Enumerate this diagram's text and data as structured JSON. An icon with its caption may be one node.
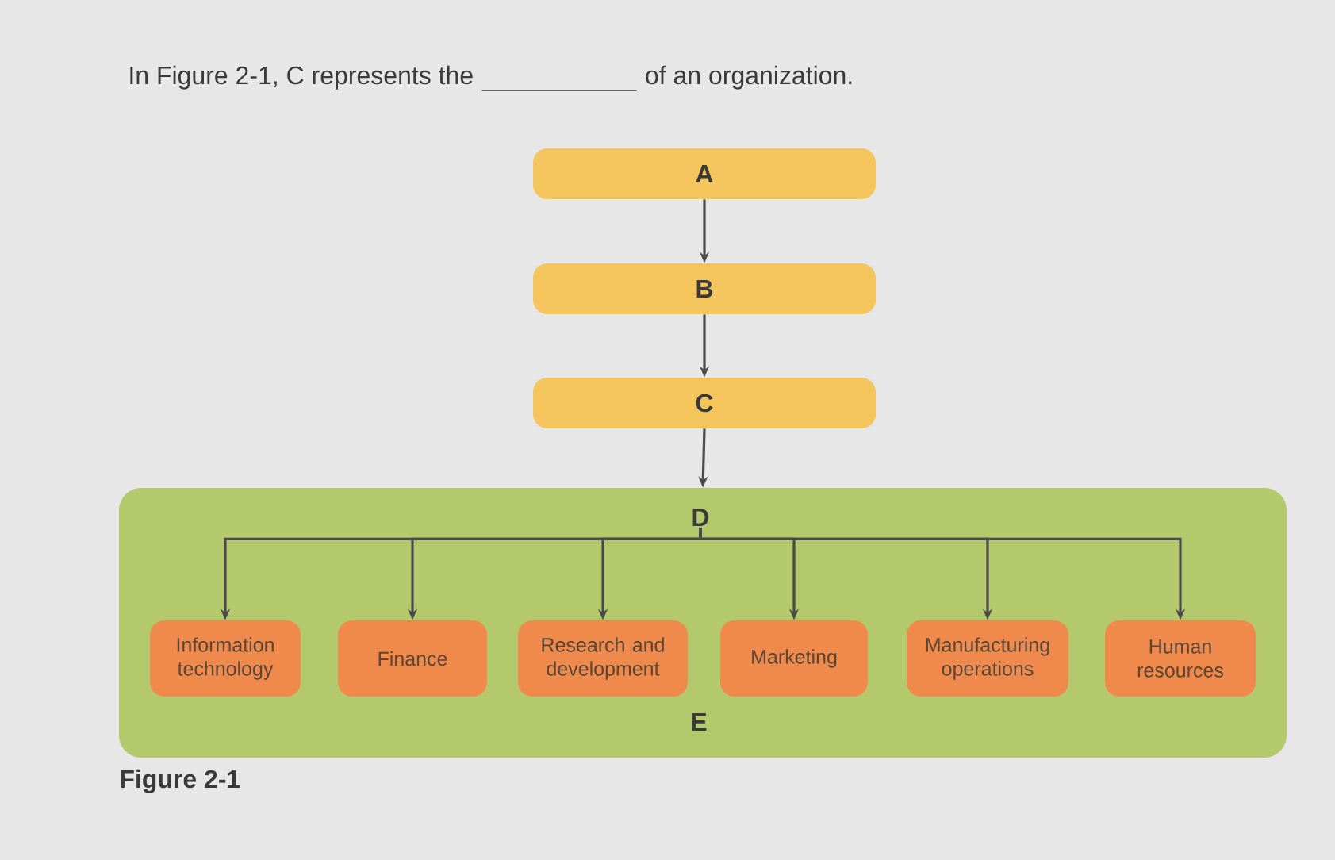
{
  "diagram": {
    "caption": "Figure 2-1",
    "nodes": [
      {
        "text": [
          "A"
        ]
      },
      {
        "text": [
          "B"
        ]
      },
      {
        "text": [
          "C"
        ]
      },
      {
        "text": [
          "D",
          "E"
        ]
      },
      {
        "text": [
          "Information technology"
        ],
        "in": 3
      },
      {
        "text": [
          "Finance"
        ],
        "in": 3
      },
      {
        "text": [
          "Research and development"
        ],
        "in": 3
      },
      {
        "text": [
          "Marketing"
        ],
        "in": 3
      },
      {
        "text": [
          "Manufacturing operations"
        ],
        "in": 3
      },
      {
        "text": [
          "Human resources"
        ],
        "in": 3
      }
    ],
    "edges": [
      {
        "from": 0,
        "to": 1,
        "arrow": "to"
      },
      {
        "from": 1,
        "to": 2,
        "arrow": "to"
      },
      {
        "from": 2,
        "to": 3,
        "arrow": "to"
      },
      {
        "from": 3,
        "to": 4,
        "arrow": "to"
      },
      {
        "from": 3,
        "to": 5,
        "arrow": "to"
      },
      {
        "from": 3,
        "to": 6,
        "arrow": "to"
      },
      {
        "from": 3,
        "to": 7,
        "arrow": "to"
      },
      {
        "from": 3,
        "to": 8,
        "arrow": "to"
      },
      {
        "from": 3,
        "to": 9,
        "arrow": "to"
      }
    ],
    "labels": [
      "In Figure 2-1, C represents the",
      "of an organization."
    ]
  }
}
